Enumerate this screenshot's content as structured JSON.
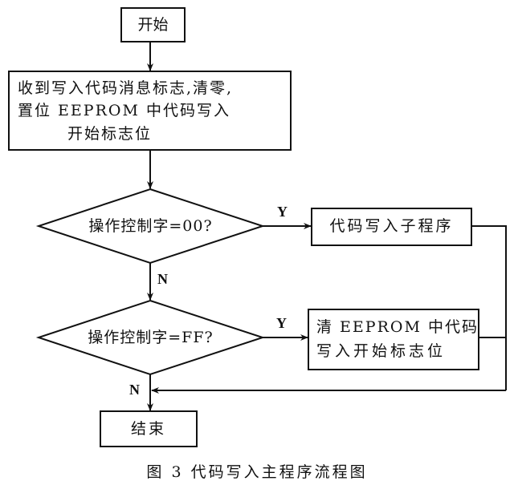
{
  "nodes": {
    "start": {
      "label": "开始"
    },
    "init": {
      "lines": [
        "收到写入代码消息标志,清零,",
        "置位 EEPROM 中代码写入",
        "开始标志位"
      ]
    },
    "decision1": {
      "label": "操作控制字=00?"
    },
    "write_sub": {
      "label": "代码写入子程序"
    },
    "decision2": {
      "label": "操作控制字=FF?"
    },
    "clear_flag": {
      "lines": [
        "清 EEPROM 中代码",
        "写入开始标志位"
      ]
    },
    "end": {
      "label": "结束"
    }
  },
  "edges": {
    "d1_yes": "Y",
    "d1_no": "N",
    "d2_yes": "Y",
    "d2_no": "N"
  },
  "caption": "图 3  代码写入主程序流程图"
}
